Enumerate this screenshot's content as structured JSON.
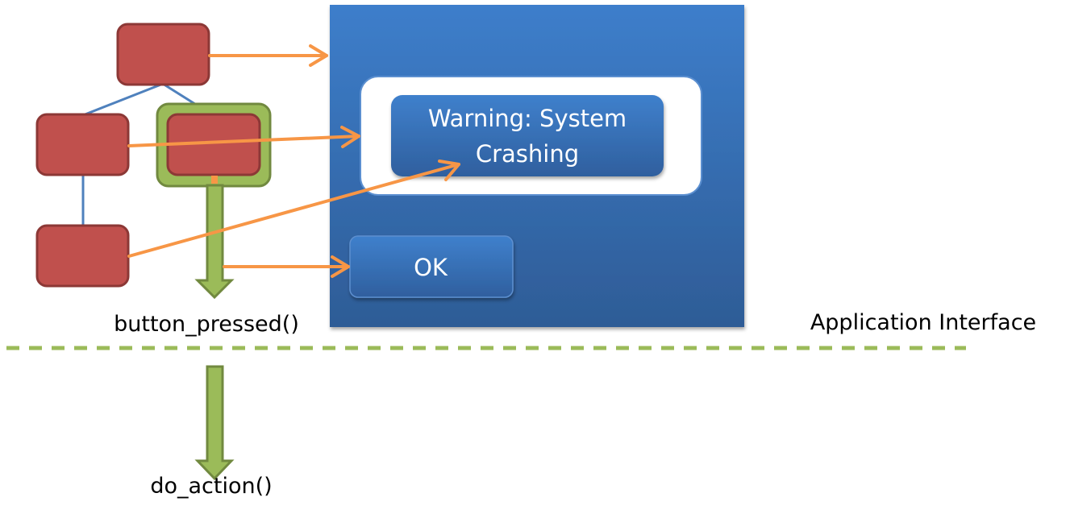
{
  "diagram": {
    "title": "Widget tree events mapped to application interface",
    "colors": {
      "widget_fill": "#c0504d",
      "widget_stroke": "#8c3836",
      "tree_edge": "#4f81bd",
      "mapping_arrow": "#f79646",
      "event_arrow_fill": "#9bbb59",
      "event_arrow_stroke": "#71893f",
      "window_top": "#3d7ecb",
      "window_bottom": "#2e5c96",
      "boundary_line": "#9bbb59"
    },
    "widget_tree": {
      "nodes": [
        {
          "id": "root",
          "label": ""
        },
        {
          "id": "left-child",
          "label": ""
        },
        {
          "id": "right-child",
          "label": "",
          "highlighted": true
        },
        {
          "id": "left-grandchild",
          "label": ""
        }
      ],
      "edges": [
        {
          "from": "root",
          "to": "left-child"
        },
        {
          "from": "root",
          "to": "right-child"
        },
        {
          "from": "left-child",
          "to": "left-grandchild"
        }
      ]
    },
    "app_window": {
      "message_text_line1": "Warning: System",
      "message_text_line2": "Crashing",
      "ok_button_label": "OK"
    },
    "mappings": [
      {
        "from": "root",
        "to": "app-window"
      },
      {
        "from": "left-child",
        "to": "message-panel"
      },
      {
        "from": "left-grandchild",
        "to": "message-label"
      },
      {
        "from": "right-child",
        "to": "ok-button"
      }
    ],
    "labels": {
      "event_upper": "button_pressed()",
      "event_lower": "do_action()",
      "layer_name": "Application Interface"
    }
  }
}
